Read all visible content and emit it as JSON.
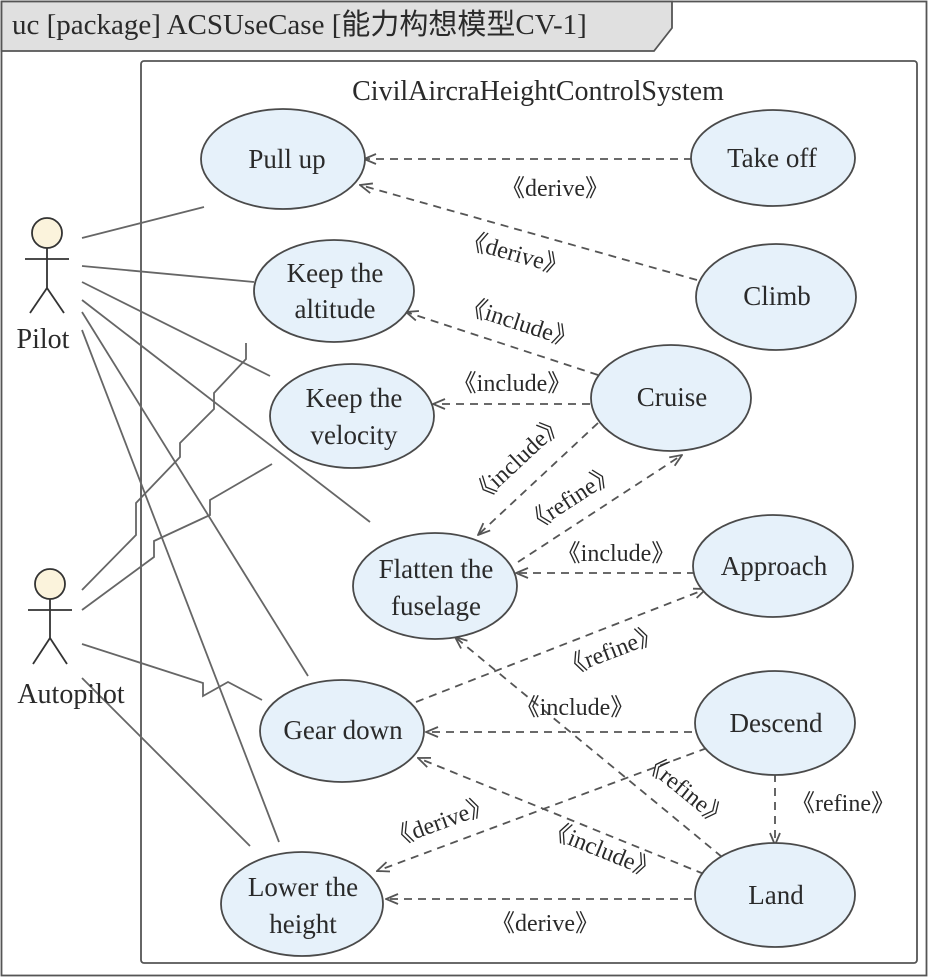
{
  "diagram": {
    "header": "uc [package] ACSUseCase [能力构想模型CV-1]",
    "system_name": "CivilAircraHeightControlSystem",
    "actors": {
      "pilot": "Pilot",
      "autopilot": "Autopilot"
    },
    "use_cases": {
      "pull_up": [
        "Pull up"
      ],
      "take_off": [
        "Take off"
      ],
      "keep_altitude": [
        "Keep the",
        "altitude"
      ],
      "climb": [
        "Climb"
      ],
      "keep_velocity": [
        "Keep the",
        "velocity"
      ],
      "cruise": [
        "Cruise"
      ],
      "flatten": [
        "Flatten the",
        "fuselage"
      ],
      "approach": [
        "Approach"
      ],
      "gear_down": [
        "Gear down"
      ],
      "descend": [
        "Descend"
      ],
      "lower_height": [
        "Lower the",
        "height"
      ],
      "land": [
        "Land"
      ]
    },
    "relations": {
      "takeoff_pullup": "《derive》",
      "climb_pullup": "《derive》",
      "cruise_altitude": "《include》",
      "cruise_velocity": "《include》",
      "cruise_flatten": "《include》",
      "flatten_cruise": "《refine》",
      "approach_flatten": "《include》",
      "geardown_approach": "《refine》",
      "descend_geardown": "《include》",
      "land_flatten": "《refine》",
      "descend_land": "《refine》",
      "descend_lower": "《derive》",
      "land_geardown": "《include》",
      "land_lower": "《derive》"
    }
  }
}
